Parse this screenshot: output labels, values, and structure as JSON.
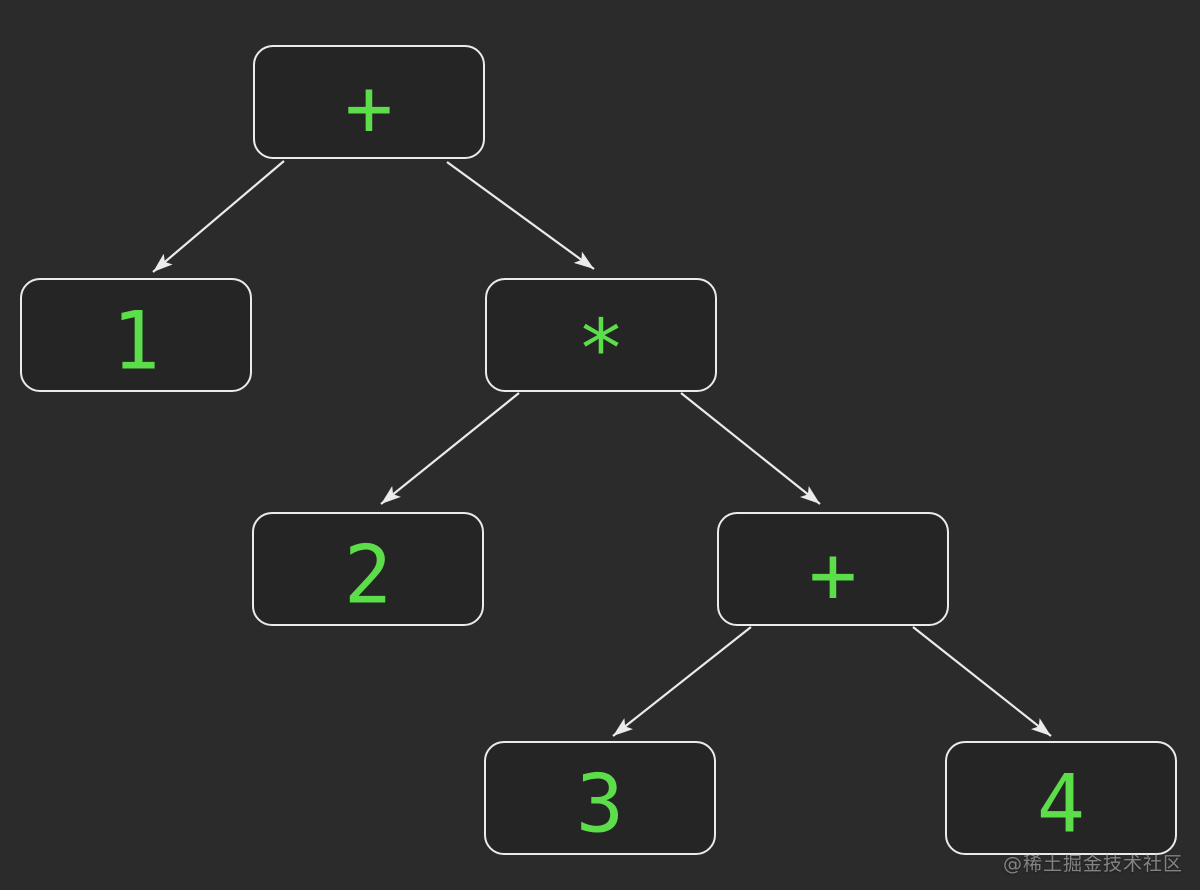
{
  "diagram": {
    "type": "binary-expression-tree",
    "nodes": [
      {
        "id": "root-plus",
        "label": "+"
      },
      {
        "id": "leaf-1",
        "label": "1"
      },
      {
        "id": "multiply",
        "label": "*"
      },
      {
        "id": "leaf-2",
        "label": "2"
      },
      {
        "id": "inner-plus",
        "label": "+"
      },
      {
        "id": "leaf-3",
        "label": "3"
      },
      {
        "id": "leaf-4",
        "label": "4"
      }
    ],
    "edges": [
      {
        "from": "root-plus",
        "to": "leaf-1"
      },
      {
        "from": "root-plus",
        "to": "multiply"
      },
      {
        "from": "multiply",
        "to": "leaf-2"
      },
      {
        "from": "multiply",
        "to": "inner-plus"
      },
      {
        "from": "inner-plus",
        "to": "leaf-3"
      },
      {
        "from": "inner-plus",
        "to": "leaf-4"
      }
    ]
  },
  "watermark": {
    "text": "@稀土掘金技术社区"
  },
  "colors": {
    "canvas-bg": "#2b2b2b",
    "node-bg": "#252525",
    "node-border": "#ebebeb",
    "node-text": "#5cdd4a",
    "edge": "#ebebeb",
    "watermark": "#b9b9b9"
  }
}
